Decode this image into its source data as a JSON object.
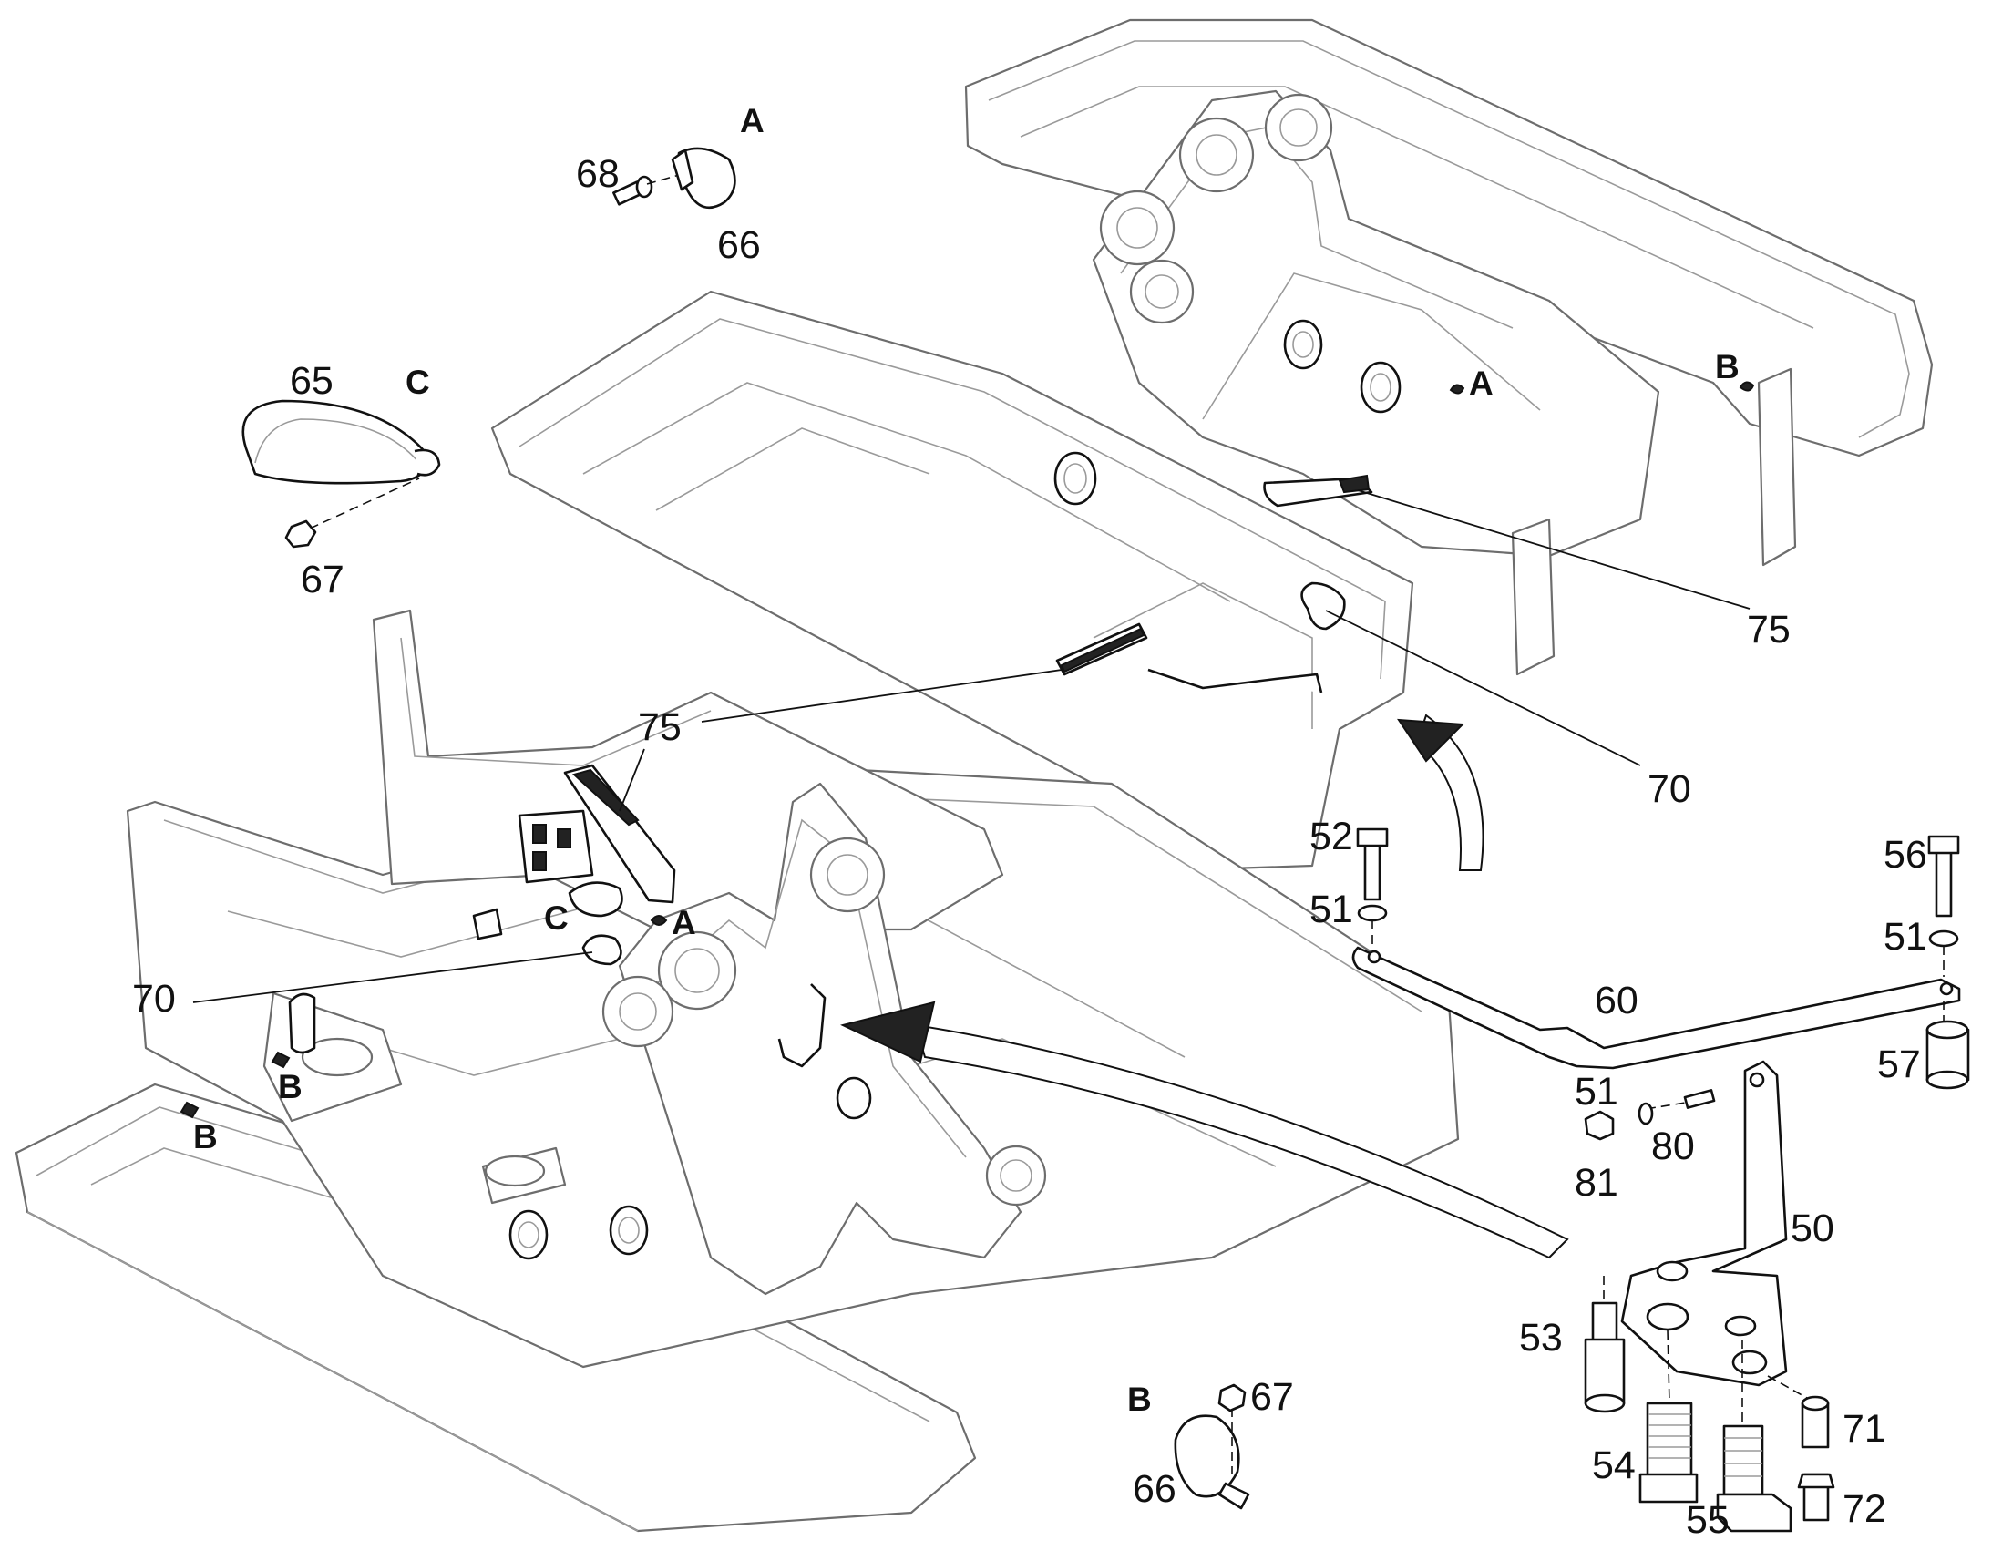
{
  "callouts": {
    "c68": "68",
    "c66a": "66",
    "A_top": "A",
    "c65": "65",
    "C_top": "C",
    "c67a": "67",
    "c75r": "75",
    "c70r": "70",
    "c75m": "75",
    "c70l": "70",
    "c52": "52",
    "c51a": "51",
    "c56": "56",
    "c51b": "51",
    "c60": "60",
    "c57": "57",
    "c51c": "51",
    "c80": "80",
    "c81": "81",
    "c50": "50",
    "c53": "53",
    "c54": "54",
    "c55": "55",
    "c71": "71",
    "c72": "72",
    "B_bottom": "B",
    "c67b": "67",
    "c66b": "66"
  },
  "frame_markers": {
    "A_upper": "A",
    "B_upper": "B",
    "C_lower": "C",
    "A_lower": "A",
    "B_lower1": "B",
    "B_lower2": "B"
  }
}
